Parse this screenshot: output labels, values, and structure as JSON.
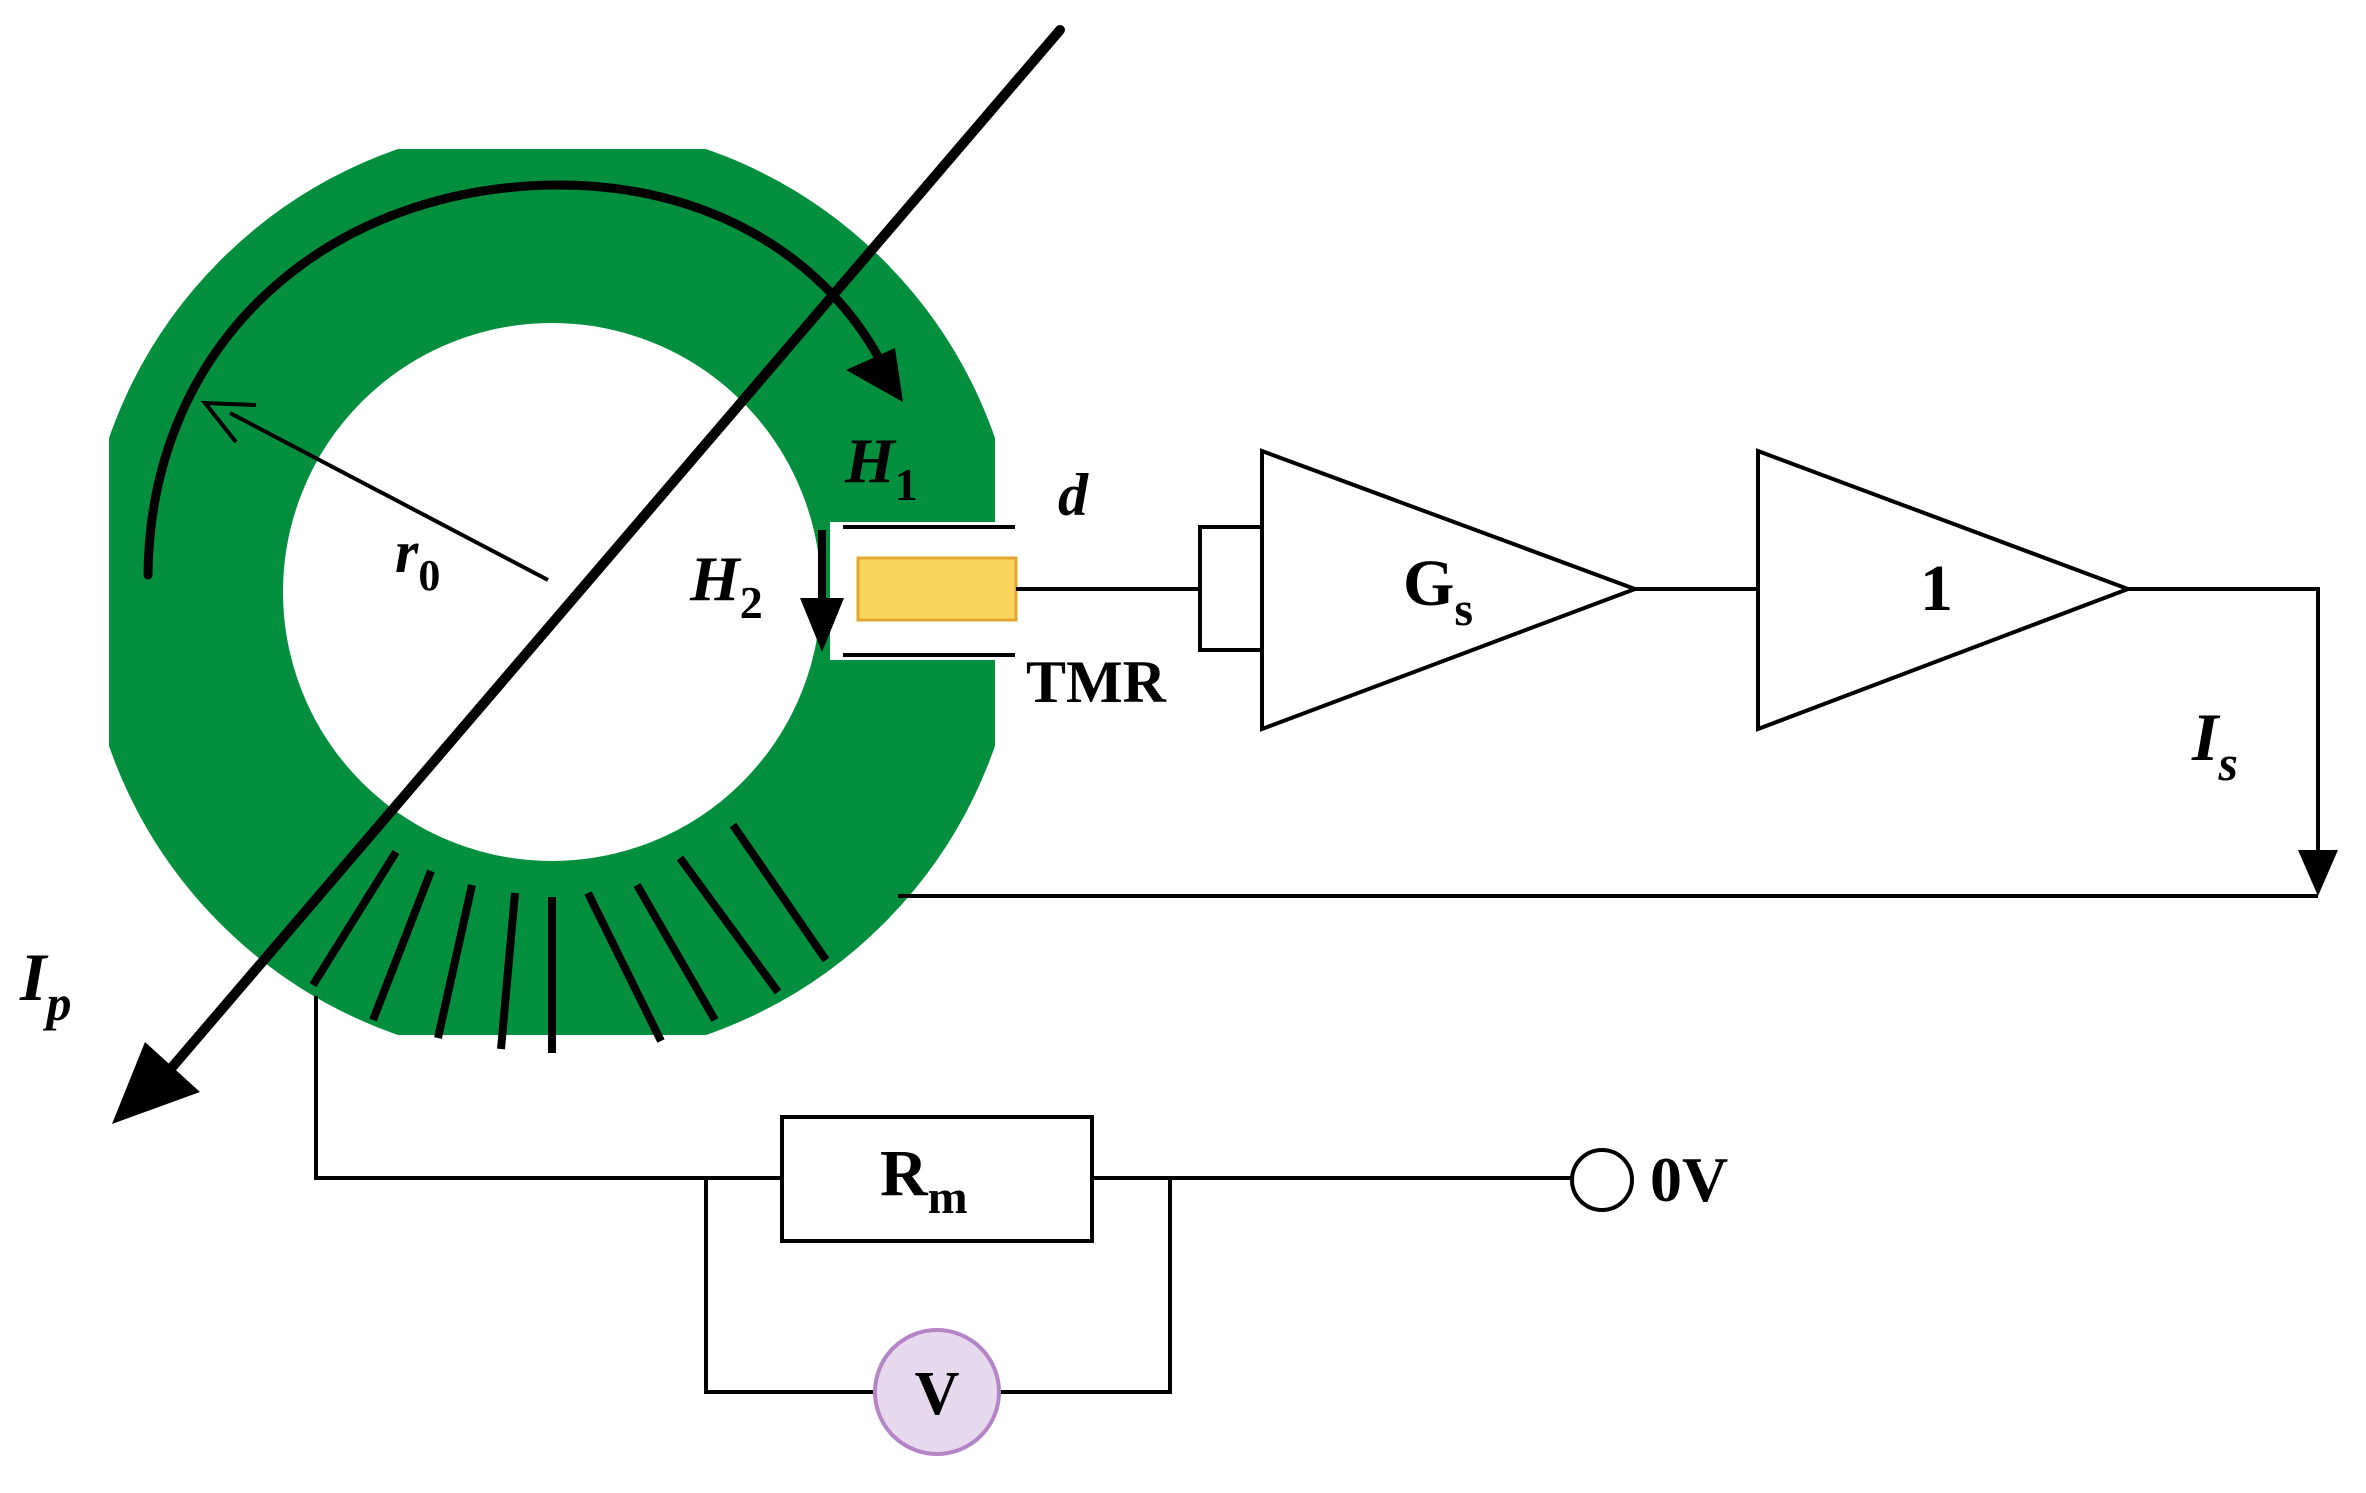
{
  "colors": {
    "core": "#038f3d",
    "core_edge": "#5fbf5a",
    "sensor": "#fbd55e",
    "sensor_edge": "#e3a72f",
    "voltmeter": "#e6d9ee",
    "voltmeter_edge": "#b384c6",
    "line": "#000000",
    "background": "#ffffff"
  },
  "labels": {
    "h1": {
      "main": "H",
      "sub": "1"
    },
    "h2": {
      "main": "H",
      "sub": "2"
    },
    "r0": {
      "main": "r",
      "sub": "0"
    },
    "d": "d",
    "tmr": "TMR",
    "ip": {
      "main": "I",
      "sub": "p"
    },
    "is": {
      "main": "I",
      "sub": "s"
    },
    "gs": {
      "main": "G",
      "sub": "s"
    },
    "buffer_gain": "1",
    "rm": {
      "main": "R",
      "sub": "m"
    },
    "voltmeter": "V",
    "ground": "0V"
  },
  "icons": {
    "voltmeter": "voltmeter-icon",
    "terminal": "terminal-circle-icon"
  }
}
